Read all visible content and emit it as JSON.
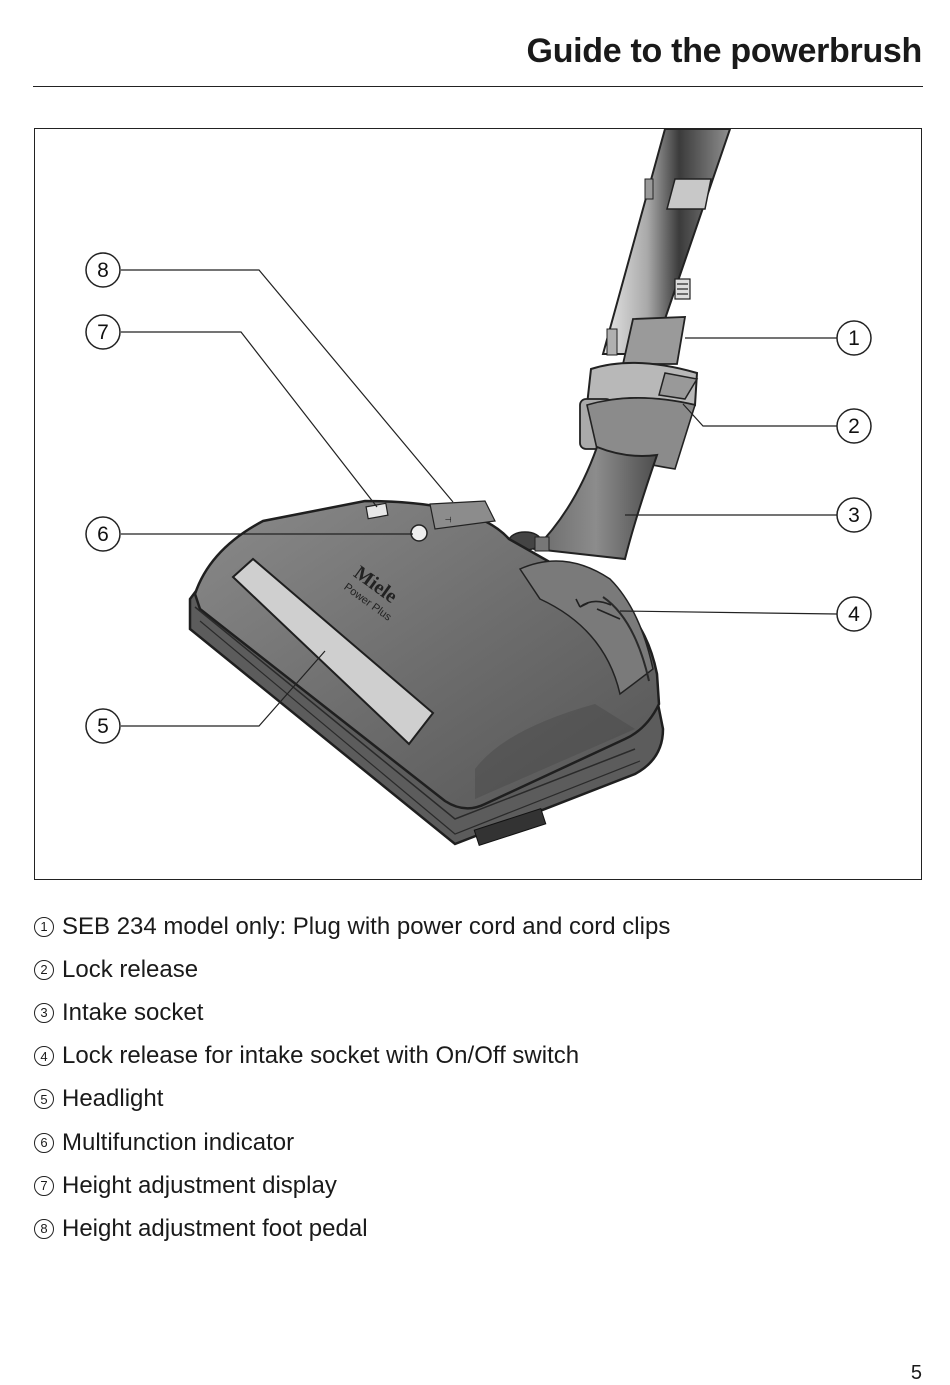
{
  "header": {
    "title": "Guide to the powerbrush"
  },
  "figure": {
    "callouts": [
      {
        "n": "1"
      },
      {
        "n": "2"
      },
      {
        "n": "3"
      },
      {
        "n": "4"
      },
      {
        "n": "5"
      },
      {
        "n": "6"
      },
      {
        "n": "7"
      },
      {
        "n": "8"
      }
    ],
    "brand_logo": "Miele",
    "brand_sub": "Power Plus"
  },
  "legend": [
    {
      "n": "1",
      "text": "SEB 234 model only: Plug with power cord and cord clips"
    },
    {
      "n": "2",
      "text": "Lock release"
    },
    {
      "n": "3",
      "text": "Intake socket"
    },
    {
      "n": "4",
      "text": "Lock release for intake socket with On/Off switch"
    },
    {
      "n": "5",
      "text": "Headlight"
    },
    {
      "n": "6",
      "text": "Multifunction indicator"
    },
    {
      "n": "7",
      "text": "Height adjustment display"
    },
    {
      "n": "8",
      "text": "Height adjustment foot pedal"
    }
  ],
  "footer": {
    "page_number": "5"
  }
}
